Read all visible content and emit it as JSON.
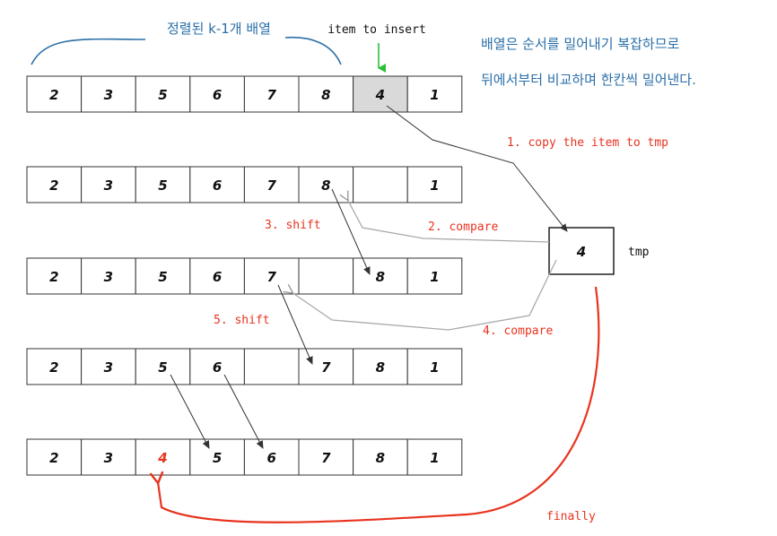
{
  "header": {
    "sorted_label": "정렬된 k-1개 배열",
    "item_label": "item to insert"
  },
  "note": {
    "line1": "배열은 순서를 밀어내기 복잡하므로",
    "line2": "뒤에서부터 비교하며 한칸씩 밀어낸다."
  },
  "rows": [
    {
      "cells": [
        "2",
        "3",
        "5",
        "6",
        "7",
        "8",
        "4",
        "1"
      ],
      "highlight_index": 6
    },
    {
      "cells": [
        "2",
        "3",
        "5",
        "6",
        "7",
        "8",
        "",
        "1"
      ]
    },
    {
      "cells": [
        "2",
        "3",
        "5",
        "6",
        "7",
        "",
        "8",
        "1"
      ]
    },
    {
      "cells": [
        "2",
        "3",
        "5",
        "6",
        "",
        "7",
        "8",
        "1"
      ]
    },
    {
      "cells": [
        "2",
        "3",
        "4",
        "5",
        "6",
        "7",
        "8",
        "1"
      ],
      "red_index": 2
    }
  ],
  "tmp": {
    "value": "4",
    "label": "tmp"
  },
  "steps": {
    "step1": "1. copy the item to tmp",
    "step2": "2. compare",
    "step3": "3. shift",
    "step4": "4. compare",
    "step5": "5. shift",
    "finally": "finally"
  },
  "colors": {
    "step_red": "#e8331f",
    "note_blue": "#2a6fa8",
    "insert_arrow_green": "#2bbf3c",
    "highlight_cell": "#d9d9d9",
    "compare_arrow": "#aaaaaa",
    "final_arrow": "#e8331f"
  }
}
